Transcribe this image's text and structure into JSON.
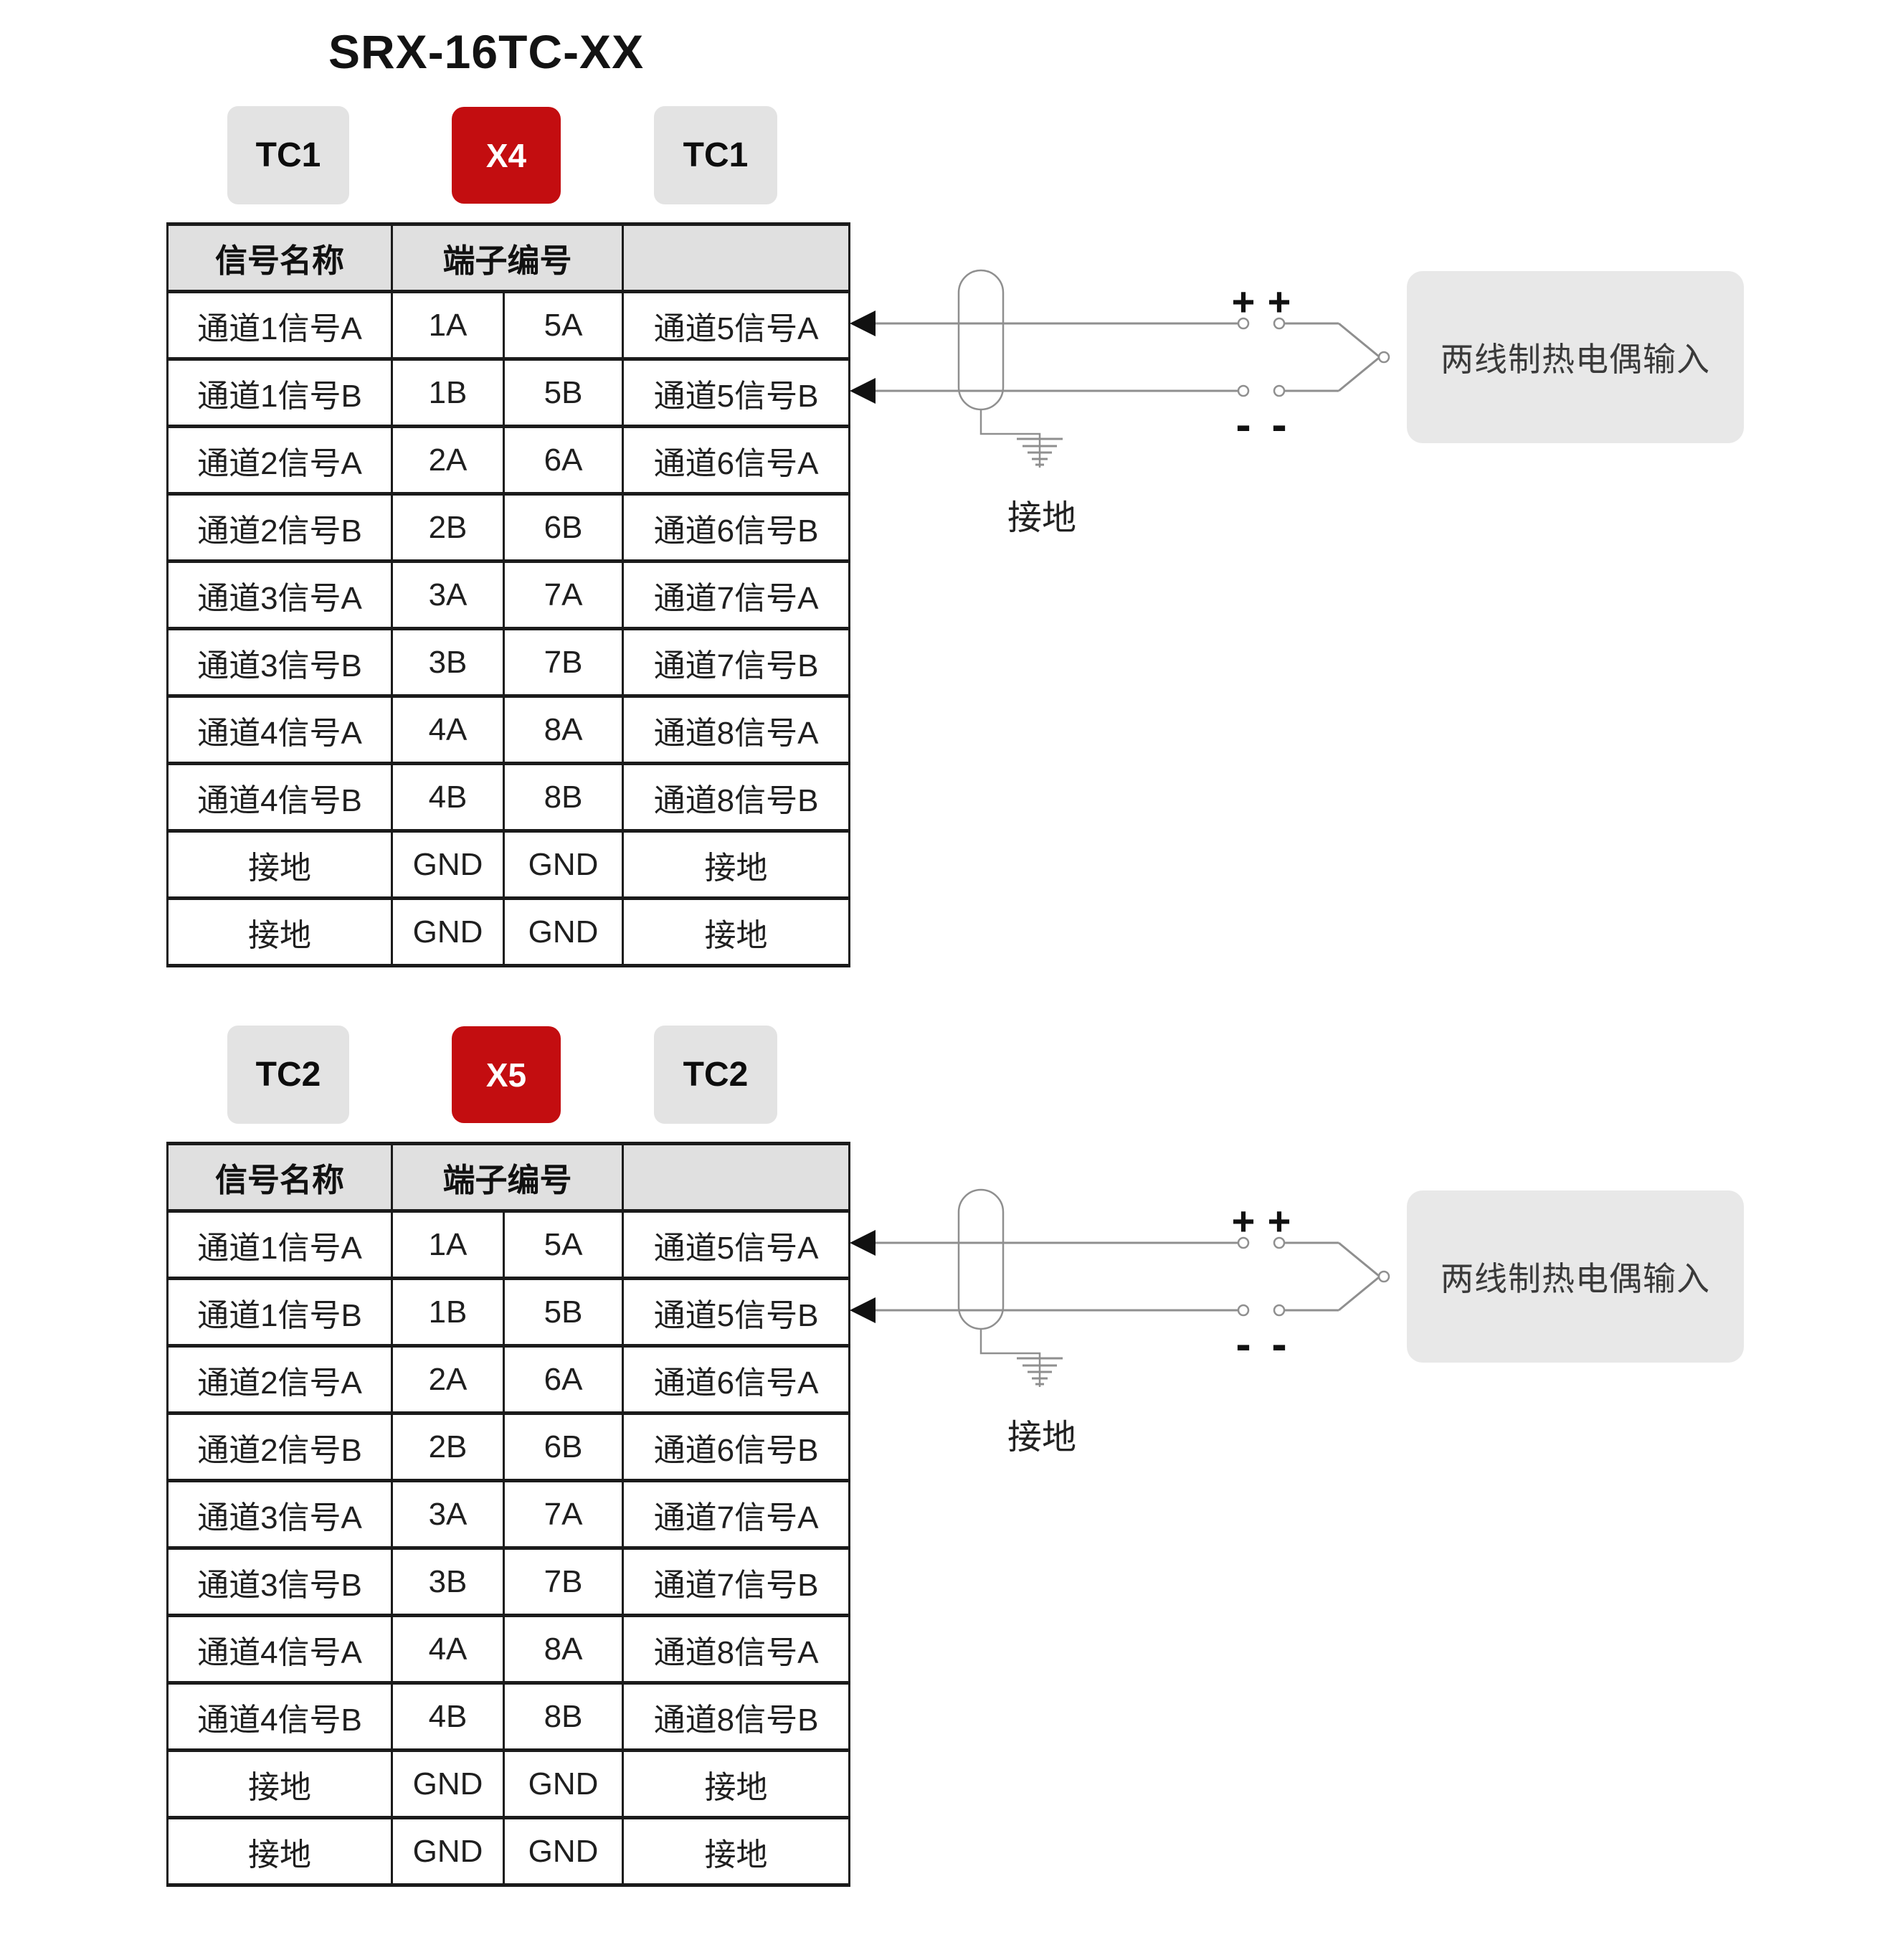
{
  "title": "SRX-16TC-XX",
  "colors": {
    "badge_red": "#c30d10",
    "badge_gray": "#e3e3e3",
    "table_header_bg": "#e0e0e0",
    "table_border": "#1b1b1b",
    "wire_gray": "#8f8f8f",
    "input_box_bg": "#e8e8e8"
  },
  "sections": [
    {
      "badge_left": "TC1",
      "badge_connector": "X4",
      "badge_right": "TC1",
      "table": {
        "header_signal": "信号名称",
        "header_terminal": "端子编号",
        "rows": [
          {
            "signal_left": "通道1信号A",
            "term_a": "1A",
            "term_b": "5A",
            "signal_right": "通道5信号A"
          },
          {
            "signal_left": "通道1信号B",
            "term_a": "1B",
            "term_b": "5B",
            "signal_right": "通道5信号B"
          },
          {
            "signal_left": "通道2信号A",
            "term_a": "2A",
            "term_b": "6A",
            "signal_right": "通道6信号A"
          },
          {
            "signal_left": "通道2信号B",
            "term_a": "2B",
            "term_b": "6B",
            "signal_right": "通道6信号B"
          },
          {
            "signal_left": "通道3信号A",
            "term_a": "3A",
            "term_b": "7A",
            "signal_right": "通道7信号A"
          },
          {
            "signal_left": "通道3信号B",
            "term_a": "3B",
            "term_b": "7B",
            "signal_right": "通道7信号B"
          },
          {
            "signal_left": "通道4信号A",
            "term_a": "4A",
            "term_b": "8A",
            "signal_right": "通道8信号A"
          },
          {
            "signal_left": "通道4信号B",
            "term_a": "4B",
            "term_b": "8B",
            "signal_right": "通道8信号B"
          },
          {
            "signal_left": "接地",
            "term_a": "GND",
            "term_b": "GND",
            "signal_right": "接地"
          },
          {
            "signal_left": "接地",
            "term_a": "GND",
            "term_b": "GND",
            "signal_right": "接地"
          }
        ]
      },
      "diagram": {
        "plus_left": "+",
        "plus_right": "+",
        "minus_left": "-",
        "minus_right": "-",
        "ground_label": "接地",
        "input_box_label": "两线制热电偶输入"
      }
    },
    {
      "badge_left": "TC2",
      "badge_connector": "X5",
      "badge_right": "TC2",
      "table": {
        "header_signal": "信号名称",
        "header_terminal": "端子编号",
        "rows": [
          {
            "signal_left": "通道1信号A",
            "term_a": "1A",
            "term_b": "5A",
            "signal_right": "通道5信号A"
          },
          {
            "signal_left": "通道1信号B",
            "term_a": "1B",
            "term_b": "5B",
            "signal_right": "通道5信号B"
          },
          {
            "signal_left": "通道2信号A",
            "term_a": "2A",
            "term_b": "6A",
            "signal_right": "通道6信号A"
          },
          {
            "signal_left": "通道2信号B",
            "term_a": "2B",
            "term_b": "6B",
            "signal_right": "通道6信号B"
          },
          {
            "signal_left": "通道3信号A",
            "term_a": "3A",
            "term_b": "7A",
            "signal_right": "通道7信号A"
          },
          {
            "signal_left": "通道3信号B",
            "term_a": "3B",
            "term_b": "7B",
            "signal_right": "通道7信号B"
          },
          {
            "signal_left": "通道4信号A",
            "term_a": "4A",
            "term_b": "8A",
            "signal_right": "通道8信号A"
          },
          {
            "signal_left": "通道4信号B",
            "term_a": "4B",
            "term_b": "8B",
            "signal_right": "通道8信号B"
          },
          {
            "signal_left": "接地",
            "term_a": "GND",
            "term_b": "GND",
            "signal_right": "接地"
          },
          {
            "signal_left": "接地",
            "term_a": "GND",
            "term_b": "GND",
            "signal_right": "接地"
          }
        ]
      },
      "diagram": {
        "plus_left": "+",
        "plus_right": "+",
        "minus_left": "-",
        "minus_right": "-",
        "ground_label": "接地",
        "input_box_label": "两线制热电偶输入"
      }
    }
  ]
}
